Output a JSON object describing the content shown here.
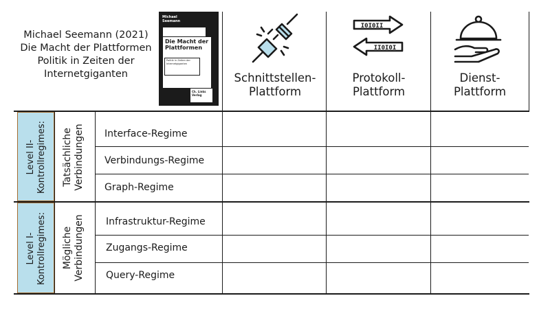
{
  "book": {
    "line1": "Michael Seemann (2021)",
    "line2": "Die Macht der Plattformen",
    "line3": "Politik in Zeiten der",
    "line4": "Internetgiganten"
  },
  "cover": {
    "author_line1": "Michael",
    "author_line2": "Seemann",
    "title_line1": "Die Macht der",
    "title_line2": "Plattformen",
    "subtitle_line1": "Politik in Zeiten der",
    "subtitle_line2": "Internetgiganten",
    "publisher_line1": "Ch. Links",
    "publisher_line2": "Verlag"
  },
  "columns": [
    {
      "line1": "Schnittstellen-",
      "line2": "Plattform",
      "icon": "plug-icon"
    },
    {
      "line1": "Protokoll-",
      "line2": "Plattform",
      "icon": "data-exchange-arrows-icon"
    },
    {
      "line1": "Dienst-",
      "line2": "Plattform",
      "icon": "serving-cloche-icon"
    }
  ],
  "arrow_codes": {
    "top": "I0I0II",
    "bottom": "II0I0I"
  },
  "groups": [
    {
      "level_line1": "Level II-",
      "level_line2": "Kontrollregimes:",
      "connection_line1": "Tatsächliche",
      "connection_line2": "Verbindungen",
      "regimes": [
        "Interface-Regime",
        "Verbindungs-Regime",
        "Graph-Regime"
      ]
    },
    {
      "level_line1": "Level I-",
      "level_line2": "Kontrollregimes:",
      "connection_line1": "Mögliche",
      "connection_line2": "Verbindungen",
      "regimes": [
        "Infrastruktur-Regime",
        "Zugangs-Regime",
        "Query-Regime"
      ]
    }
  ],
  "colors": {
    "level_fill": "#b9dfec",
    "level_border": "#a36b2e",
    "ink": "#1a1a1a"
  }
}
